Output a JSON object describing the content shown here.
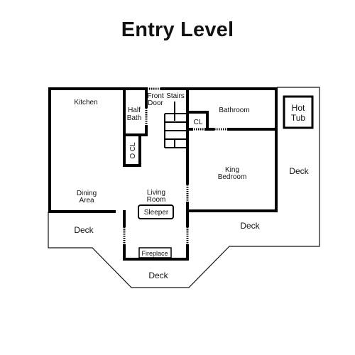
{
  "title": "Entry Level",
  "rooms": {
    "kitchen": "Kitchen",
    "half_bath": [
      "Half",
      "Bath"
    ],
    "front_door": [
      "Front",
      "Door"
    ],
    "stairs": "Stairs",
    "bathroom": "Bathroom",
    "cl": "CL",
    "hot_tub": [
      "Hot",
      "Tub"
    ],
    "o_cl": "O CL",
    "king_bedroom": [
      "King",
      "Bedroom"
    ],
    "deck_right": "Deck",
    "dining_area": [
      "Dining",
      "Area"
    ],
    "living_room": [
      "Living",
      "Room"
    ],
    "sleeper": "Sleeper",
    "deck_left": "Deck",
    "deck_mid": "Deck",
    "fireplace": "Fireplace",
    "deck_bottom": "Deck"
  }
}
